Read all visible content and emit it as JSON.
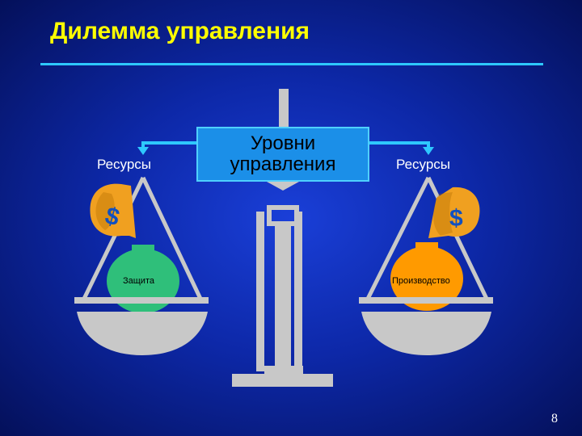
{
  "title": "Дилемма управления",
  "center_box": {
    "line1": "Уровни",
    "line2": "управления"
  },
  "left_label": "Ресурсы",
  "right_label": "Ресурсы",
  "left_bag_label": "Защита",
  "right_bag_label": "Производство",
  "page_number": "8",
  "colors": {
    "title": "#ffff00",
    "rule": "#2ec8ff",
    "scale_gray": "#c8c8c8",
    "left_bag": "#2fbf7a",
    "right_bag": "#ff9a00",
    "money_bag": "#f0a020"
  },
  "icons": [
    "dollar-bag-icon",
    "arrow-down-icon"
  ]
}
